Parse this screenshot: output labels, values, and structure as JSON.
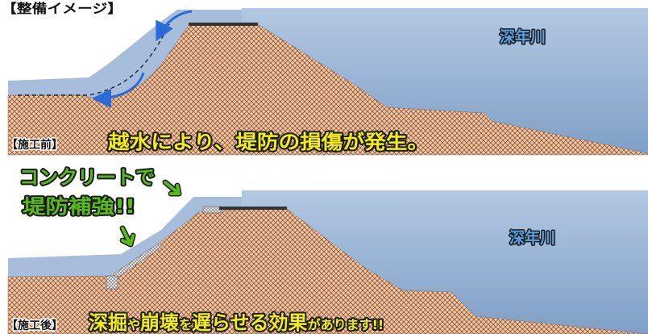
{
  "title": "【整備イメージ】",
  "before": {
    "tag": "【施工前】",
    "river": "深年川",
    "caption": "越水により、堤防の損傷が発生。"
  },
  "after": {
    "tag": "【施工後】",
    "river": "深年川",
    "callout_line1": "コンクリートで",
    "callout_line2": "堤防補強!!",
    "caption_big1": "深掘",
    "caption_small1": "や",
    "caption_big2": "崩壊",
    "caption_small2": "を",
    "caption_big3": "遅らせる効果",
    "caption_small3": "があります!!"
  },
  "colors": {
    "water_top": "#b2c8e2",
    "water_bottom": "#7f9fc6",
    "embankment": "#e9c9a4",
    "hatch": "#8a3b22",
    "caption_fill": "#f2ec1c",
    "callout_fill": "#58b81c",
    "river_label": "#5aa0e0",
    "flow_arrow": "#2b6bd9"
  }
}
